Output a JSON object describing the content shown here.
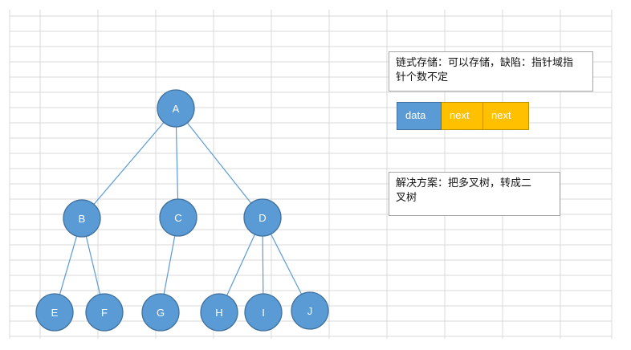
{
  "tree": {
    "nodes": [
      "A",
      "B",
      "C",
      "D",
      "E",
      "F",
      "G",
      "H",
      "I",
      "J"
    ],
    "edges": [
      [
        "A",
        "B"
      ],
      [
        "A",
        "C"
      ],
      [
        "A",
        "D"
      ],
      [
        "B",
        "E"
      ],
      [
        "B",
        "F"
      ],
      [
        "C",
        "G"
      ],
      [
        "D",
        "H"
      ],
      [
        "D",
        "I"
      ],
      [
        "D",
        "J"
      ]
    ]
  },
  "notes": {
    "linked_storage_line1": "链式存储：可以存储，缺陷：指针域指",
    "linked_storage_line2": "针个数不定",
    "solution_line1": "解决方案：把多叉树，转成二",
    "solution_line2": "叉树"
  },
  "node_structure": {
    "fields": [
      "data",
      "next",
      "next"
    ]
  },
  "colors": {
    "node_fill": "#5b9bd5",
    "node_stroke": "#41719c",
    "edge": "#5b9bd5",
    "data_field": "#5b9bd5",
    "next_field": "#ffc000",
    "grid": "#d9d9d9"
  }
}
